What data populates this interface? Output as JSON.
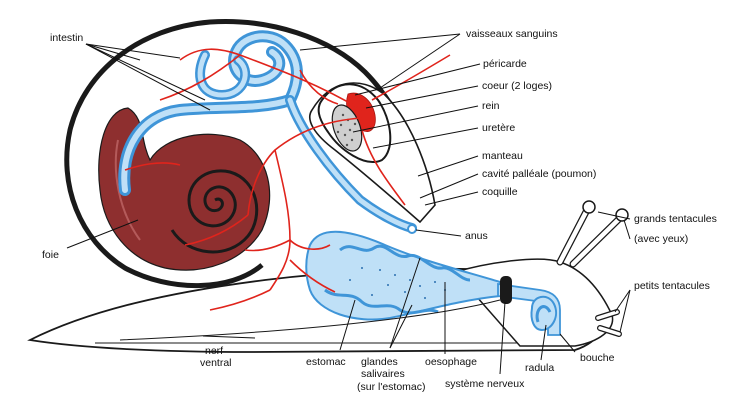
{
  "labels": {
    "intestin": "intestin",
    "vaisseaux_sanguins": "vaisseaux sanguins",
    "pericarde": "péricarde",
    "coeur": "coeur (2 loges)",
    "rein": "rein",
    "uretere": "uretère",
    "manteau": "manteau",
    "cavite_palleale": "cavité palléale (poumon)",
    "coquille": "coquille",
    "anus": "anus",
    "foie": "foie",
    "grands_tentacules_1": "grands tentacules",
    "grands_tentacules_2": "(avec yeux)",
    "petits_tentacules": "petits tentacules",
    "bouche": "bouche",
    "radula": "radula",
    "systeme_nerveux": "système nerveux",
    "oesophage": "oesophage",
    "glandes_1": "glandes",
    "glandes_2": "salivaires",
    "glandes_3": "(sur l'estomac)",
    "estomac": "estomac",
    "nerf": "nerf",
    "ventral": "ventral"
  },
  "colors": {
    "outline": "#1a1a1a",
    "digestive": "#3f95d8",
    "digestive_fill": "#bfe0f7",
    "blood": "#e0241c",
    "liver": "#8e2f2f",
    "liver_light": "#b45a5a",
    "shell_fill": "#ffffff"
  }
}
